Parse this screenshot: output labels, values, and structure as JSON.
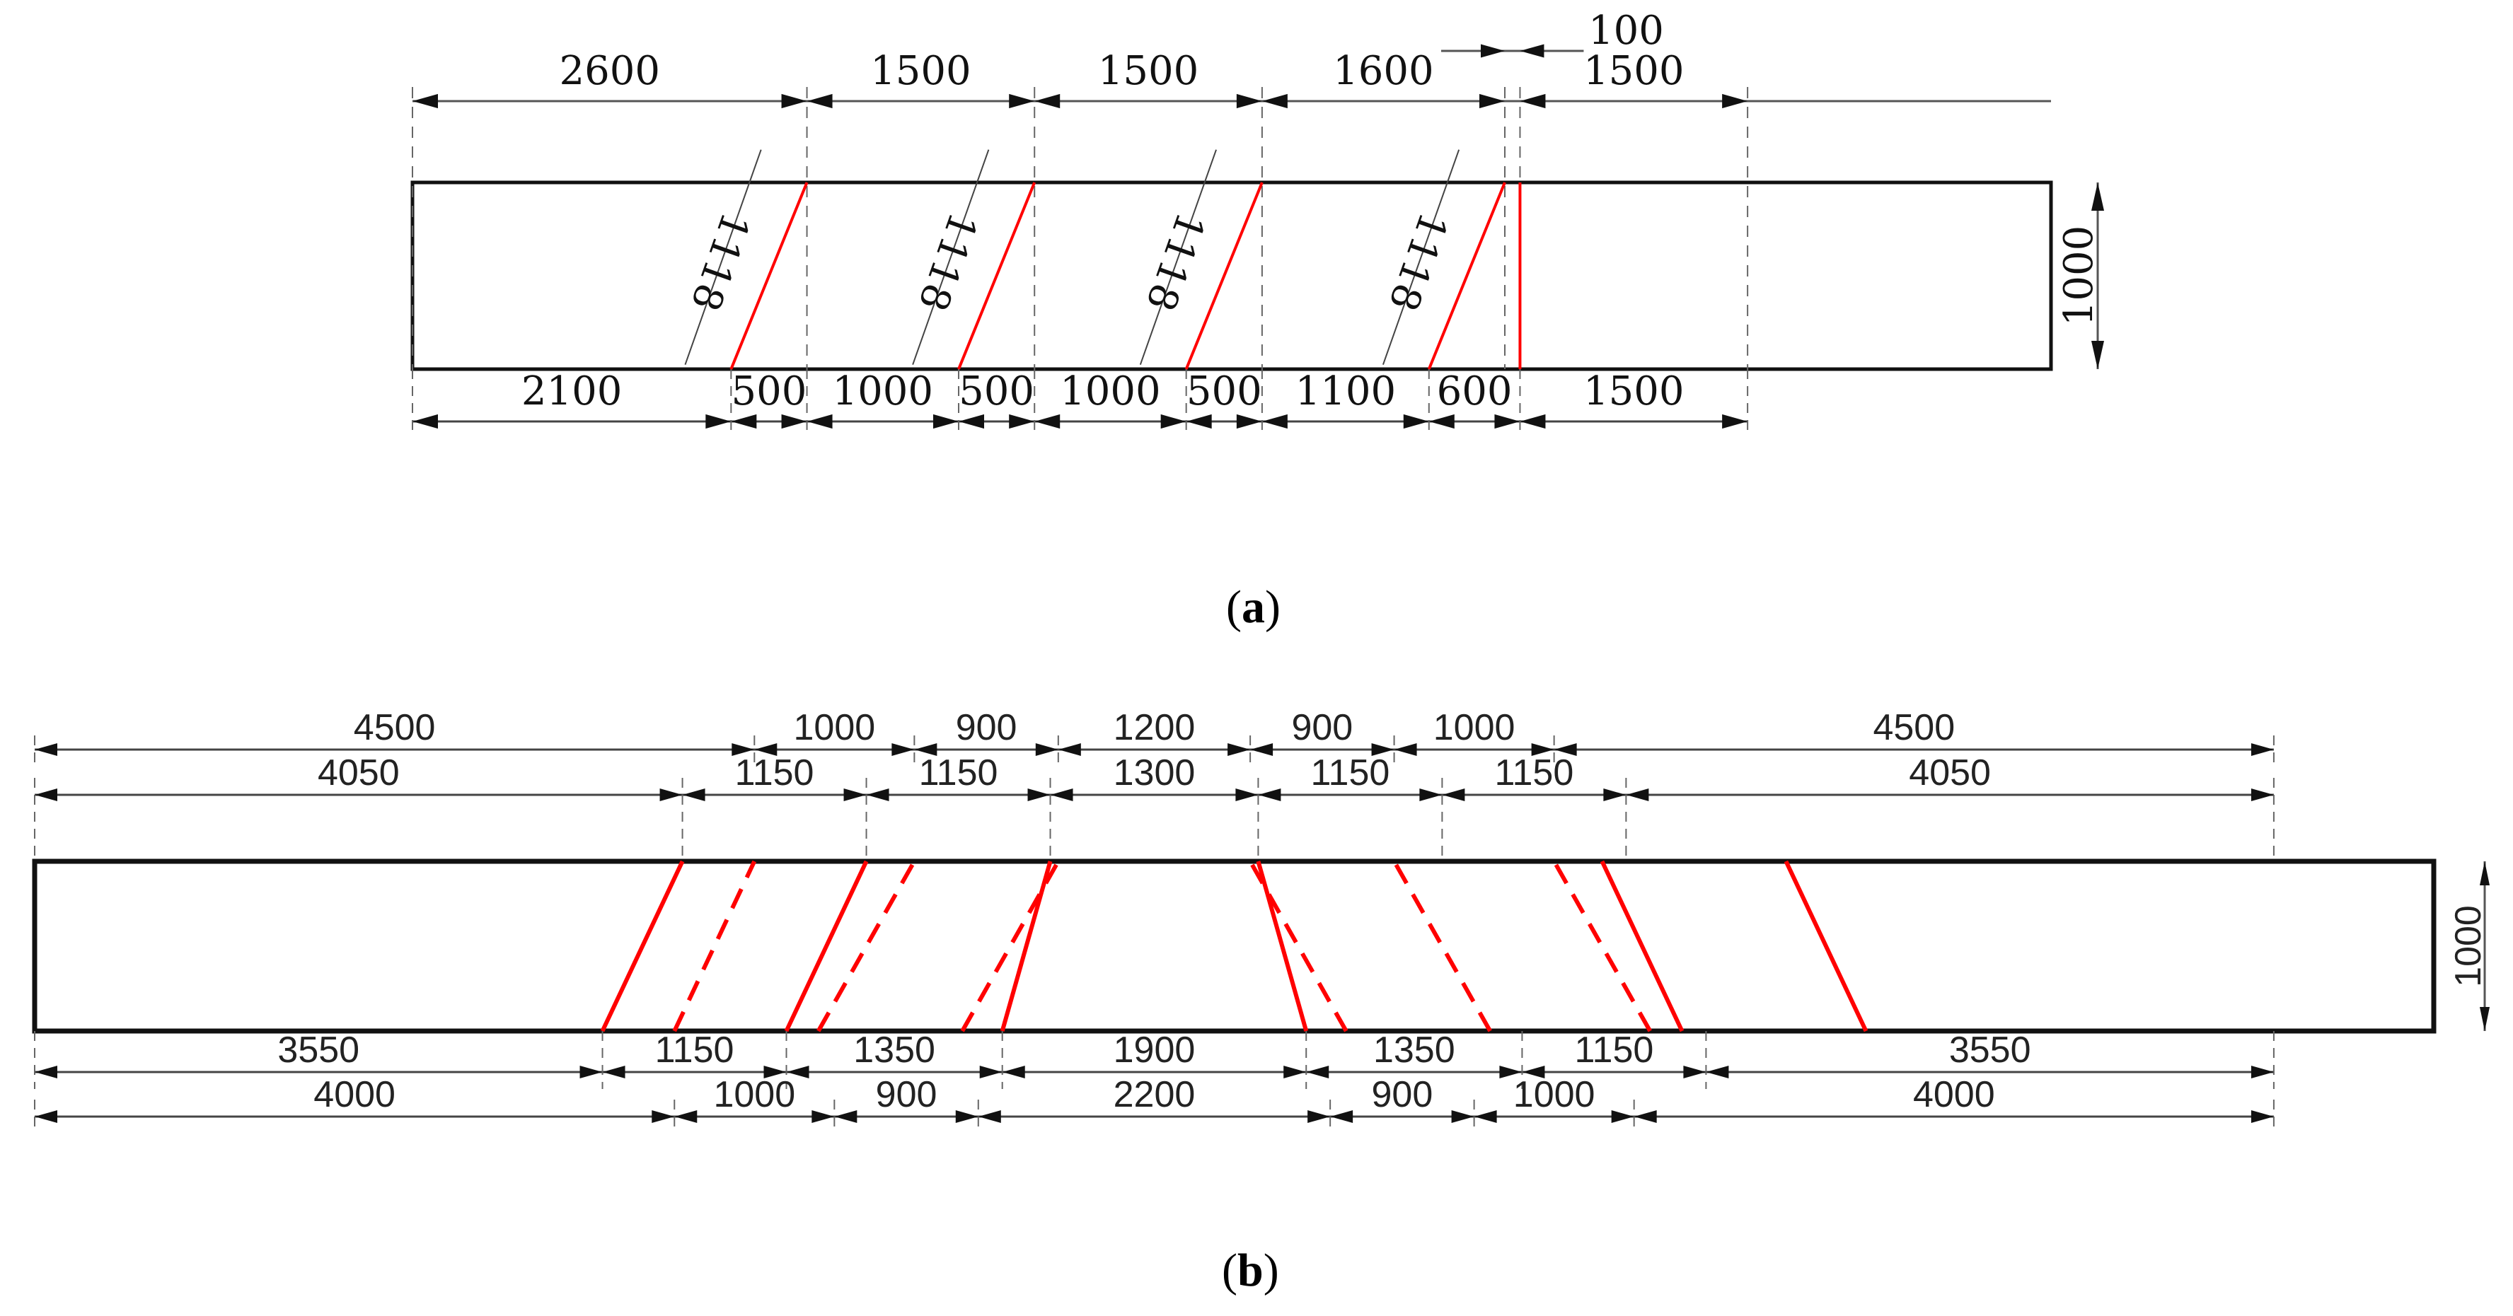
{
  "figure_a": {
    "caption_letter": "a",
    "beam": {
      "length_mm": 10800,
      "height_mm": 1000,
      "height_label": "1000"
    },
    "top_dimensions": [
      {
        "label": "2600",
        "mm": 2600
      },
      {
        "label": "1500",
        "mm": 1500
      },
      {
        "label": "1500",
        "mm": 1500
      },
      {
        "label": "1600",
        "mm": 1600
      },
      {
        "label": "100",
        "mm": 100
      },
      {
        "label": "1500",
        "mm": 1500
      }
    ],
    "bottom_dimensions": [
      {
        "label": "2100",
        "mm": 2100
      },
      {
        "label": "500",
        "mm": 500
      },
      {
        "label": "1000",
        "mm": 1000
      },
      {
        "label": "500",
        "mm": 500
      },
      {
        "label": "1000",
        "mm": 1000
      },
      {
        "label": "500",
        "mm": 500
      },
      {
        "label": "1100",
        "mm": 1100
      },
      {
        "label": "600",
        "mm": 600
      },
      {
        "label": "1500",
        "mm": 1500
      }
    ],
    "inclined_length_label": "1118",
    "red_lines": [
      {
        "bottom_mm": 2100,
        "top_mm": 2600,
        "style": "solid"
      },
      {
        "bottom_mm": 3600,
        "top_mm": 4100,
        "style": "solid"
      },
      {
        "bottom_mm": 5100,
        "top_mm": 5600,
        "style": "solid"
      },
      {
        "bottom_mm": 6700,
        "top_mm": 7200,
        "style": "solid"
      },
      {
        "bottom_mm": 7300,
        "top_mm": 7300,
        "style": "solid"
      }
    ]
  },
  "figure_b": {
    "caption_letter": "b",
    "beam": {
      "length_mm": 15000,
      "height_mm": 1000,
      "height_label": "1000"
    },
    "top_row_1": [
      {
        "label": "4500",
        "mm": 4500
      },
      {
        "label": "1000",
        "mm": 1000
      },
      {
        "label": "900",
        "mm": 900
      },
      {
        "label": "1200",
        "mm": 1200
      },
      {
        "label": "900",
        "mm": 900
      },
      {
        "label": "1000",
        "mm": 1000
      },
      {
        "label": "4500",
        "mm": 4500
      }
    ],
    "top_row_2": [
      {
        "label": "4050",
        "mm": 4050
      },
      {
        "label": "1150",
        "mm": 1150
      },
      {
        "label": "1150",
        "mm": 1150
      },
      {
        "label": "1300",
        "mm": 1300
      },
      {
        "label": "1150",
        "mm": 1150
      },
      {
        "label": "1150",
        "mm": 1150
      },
      {
        "label": "4050",
        "mm": 4050
      }
    ],
    "bottom_row_1": [
      {
        "label": "3550",
        "mm": 3550
      },
      {
        "label": "1150",
        "mm": 1150
      },
      {
        "label": "1350",
        "mm": 1350
      },
      {
        "label": "1900",
        "mm": 1900
      },
      {
        "label": "1350",
        "mm": 1350
      },
      {
        "label": "1150",
        "mm": 1150
      },
      {
        "label": "3550",
        "mm": 3550
      }
    ],
    "bottom_row_2": [
      {
        "label": "4000",
        "mm": 4000
      },
      {
        "label": "1000",
        "mm": 1000
      },
      {
        "label": "900",
        "mm": 900
      },
      {
        "label": "2200",
        "mm": 2200
      },
      {
        "label": "900",
        "mm": 900
      },
      {
        "label": "1000",
        "mm": 1000
      },
      {
        "label": "4000",
        "mm": 4000
      }
    ],
    "red_lines": [
      {
        "bottom_mm": 3550,
        "top_mm": 4050,
        "style": "solid"
      },
      {
        "bottom_mm": 4000,
        "top_mm": 4500,
        "style": "dashed"
      },
      {
        "bottom_mm": 4700,
        "top_mm": 5200,
        "style": "solid"
      },
      {
        "bottom_mm": 4900,
        "top_mm": 5500,
        "style": "dashed"
      },
      {
        "bottom_mm": 6050,
        "top_mm": 6350,
        "style": "solid"
      },
      {
        "bottom_mm": 5800,
        "top_mm": 6400,
        "style": "dashed"
      },
      {
        "bottom_mm": 7950,
        "top_mm": 7650,
        "style": "solid"
      },
      {
        "bottom_mm": 8200,
        "top_mm": 7600,
        "style": "dashed"
      },
      {
        "bottom_mm": 10300,
        "top_mm": 9800,
        "style": "solid"
      },
      {
        "bottom_mm": 9100,
        "top_mm": 8500,
        "style": "dashed"
      },
      {
        "bottom_mm": 11450,
        "top_mm": 10950,
        "style": "solid"
      },
      {
        "bottom_mm": 10100,
        "top_mm": 9500,
        "style": "dashed"
      }
    ]
  },
  "colors": {
    "crack": "#ff0000",
    "beam": "#111111",
    "dim": "#555555"
  }
}
